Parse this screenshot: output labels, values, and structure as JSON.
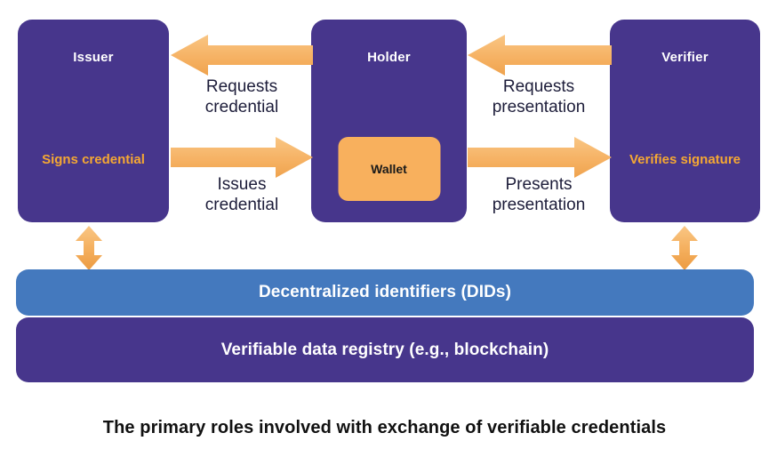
{
  "diagram": {
    "caption": "The primary roles involved with exchange of verifiable credentials",
    "colors": {
      "role_box_purple": "#47368C",
      "accent_orange": "#F5A833",
      "wallet_orange": "#F8B05D",
      "dids_blue": "#4479BE",
      "registry_purple": "#47368C",
      "label_text": "#1d1d3a",
      "box_text": "#FFFFFF",
      "background": "#FFFFFF"
    },
    "roles": [
      {
        "id": "issuer",
        "title": "Issuer",
        "action": "Signs\ncredential",
        "has_wallet": false
      },
      {
        "id": "holder",
        "title": "Holder",
        "action": "",
        "has_wallet": true,
        "wallet_label": "Wallet"
      },
      {
        "id": "verifier",
        "title": "Verifier",
        "action": "Verifies\nsignature",
        "has_wallet": false
      }
    ],
    "flows": [
      {
        "id": "requests-credential",
        "label": "Requests\ncredential",
        "direction": "left",
        "from": "holder",
        "to": "issuer"
      },
      {
        "id": "issues-credential",
        "label": "Issues\ncredential",
        "direction": "right",
        "from": "issuer",
        "to": "holder"
      },
      {
        "id": "requests-presentation",
        "label": "Requests\npresentation",
        "direction": "left",
        "from": "verifier",
        "to": "holder"
      },
      {
        "id": "presents-presentation",
        "label": "Presents\npresentation",
        "direction": "right",
        "from": "holder",
        "to": "verifier"
      }
    ],
    "vertical_links": [
      {
        "id": "issuer-to-dids",
        "from": "issuer",
        "to": "dids-bar",
        "direction": "both"
      },
      {
        "id": "verifier-to-dids",
        "from": "verifier",
        "to": "dids-bar",
        "direction": "both"
      }
    ],
    "layers": [
      {
        "id": "dids-bar",
        "label": "Decentralized identifiers (DIDs)"
      },
      {
        "id": "registry-bar",
        "label": "Verifiable data registry (e.g., blockchain)"
      }
    ]
  }
}
